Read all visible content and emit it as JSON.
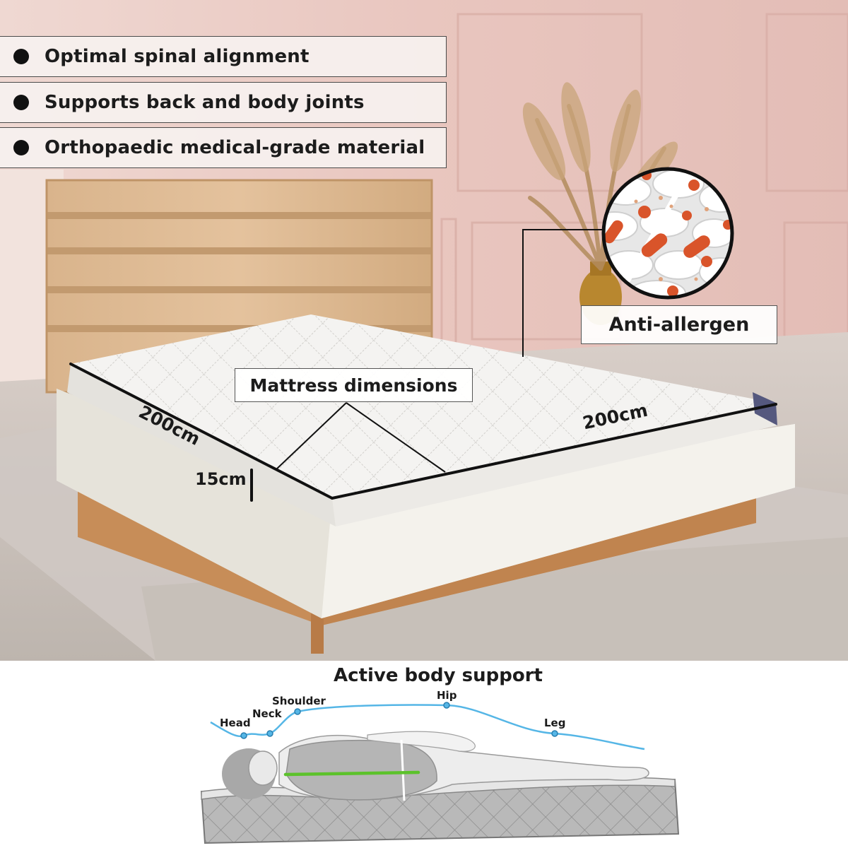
{
  "features": [
    {
      "label": "Optimal spinal alignment"
    },
    {
      "label": "Supports back and body joints"
    },
    {
      "label": "Orthopaedic medical-grade material"
    }
  ],
  "callouts": {
    "anti_allergen": "Anti-allergen",
    "mattress_dimensions": "Mattress dimensions"
  },
  "dimensions": {
    "length": "200cm",
    "width": "200cm",
    "height": "15cm"
  },
  "body_support": {
    "title": "Active body support",
    "points": [
      "Head",
      "Neck",
      "Shoulder",
      "Hip",
      "Leg"
    ]
  },
  "colors": {
    "wall": "#e8c9c3",
    "support_curve": "#55b6e6",
    "spine_line": "#5cc22b",
    "bacteria": "#d9542a"
  }
}
